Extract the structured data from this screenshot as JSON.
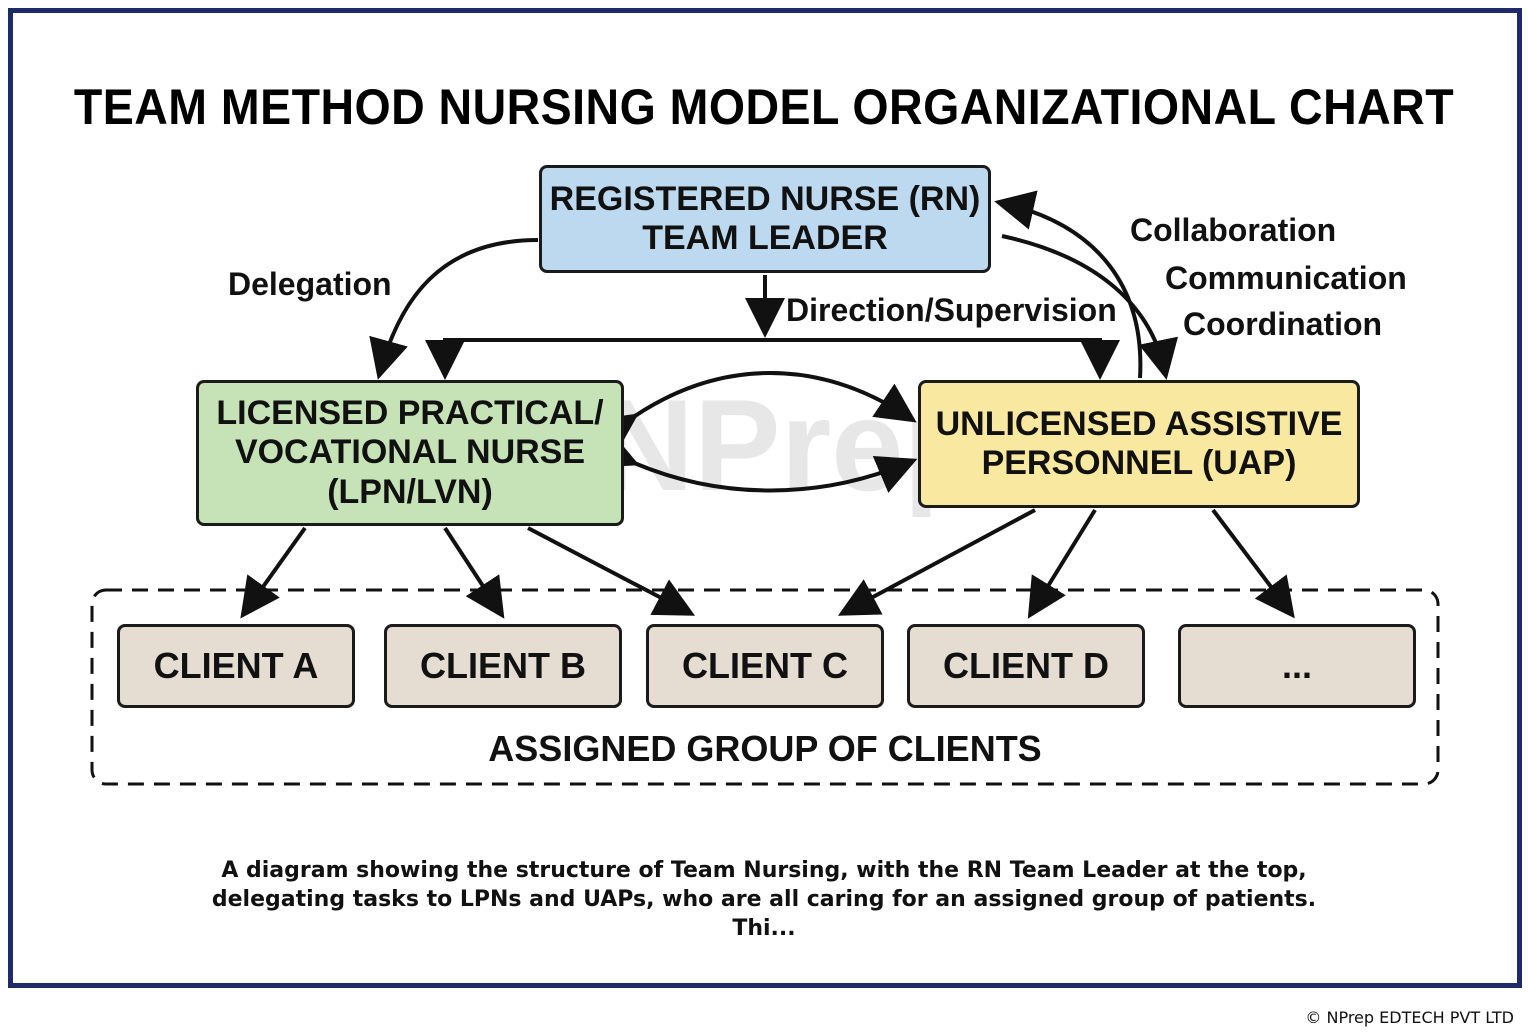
{
  "title": "TEAM METHOD NURSING MODEL ORGANIZATIONAL CHART",
  "nodes": {
    "rn": {
      "line1": "REGISTERED NURSE (RN)",
      "line2": "TEAM LEADER"
    },
    "lpn": {
      "line1": "LICENSED PRACTICAL/",
      "line2": "VOCATIONAL NURSE",
      "line3": "(LPN/LVN)"
    },
    "uap": {
      "line1": "UNLICENSED ASSISTIVE",
      "line2": "PERSONNEL (UAP)"
    }
  },
  "labels": {
    "delegation": "Delegation",
    "direction": "Direction/Supervision",
    "collaboration": "Collaboration",
    "communication": "Communication",
    "coordination": "Coordination"
  },
  "clients": [
    "CLIENT A",
    "CLIENT B",
    "CLIENT C",
    "CLIENT D",
    "..."
  ],
  "group_label": "ASSIGNED GROUP OF CLIENTS",
  "caption": {
    "line1": "A diagram showing the structure of Team Nursing, with the RN Team Leader at the top,",
    "line2": "delegating tasks to LPNs and UAPs, who are all caring for an assigned group of patients.",
    "line3": "Thi..."
  },
  "watermark": "NPrep",
  "copyright": "© NPrep EDTECH PVT LTD",
  "colors": {
    "frame": "#1f2a6b",
    "rn_fill": "#bcd9ef",
    "lpn_fill": "#c5e3b6",
    "uap_fill": "#f8e8a0",
    "client_fill": "#e5dcd2"
  }
}
